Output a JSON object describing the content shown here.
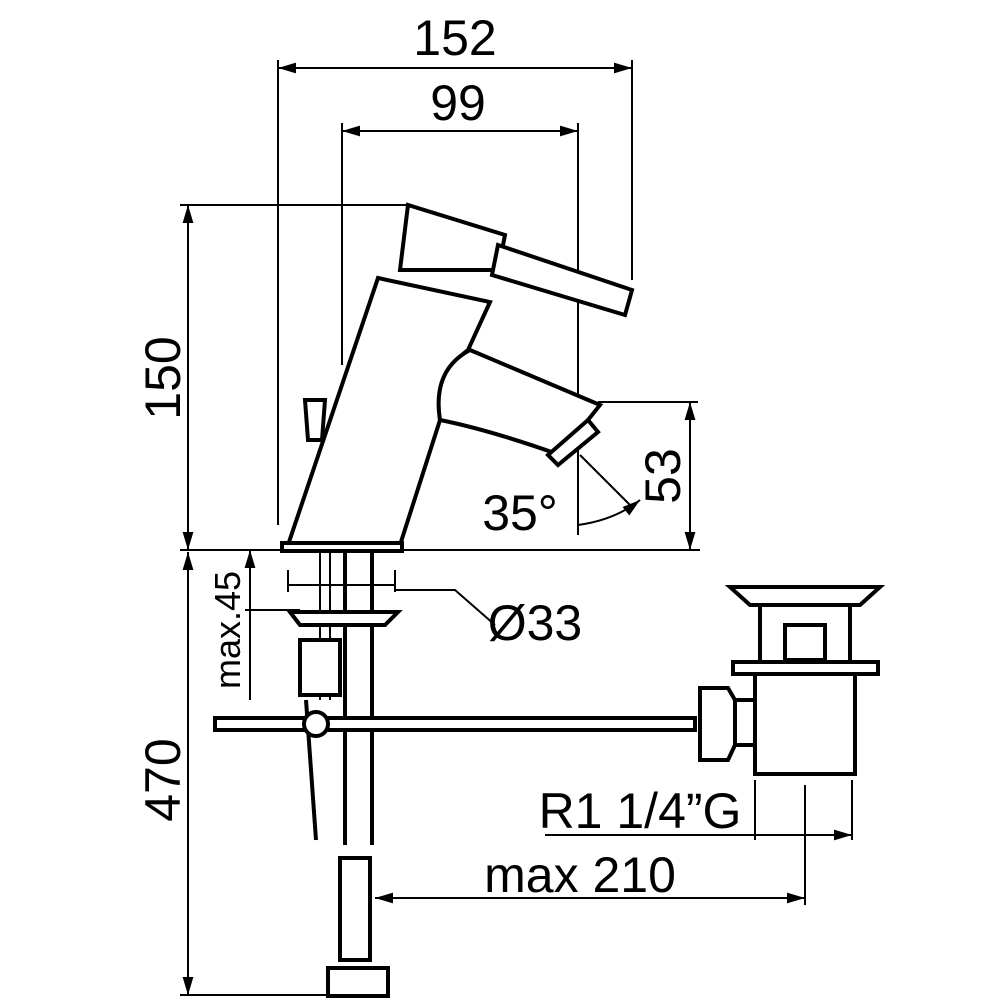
{
  "drawing": {
    "dimensions": {
      "overall_width": "152",
      "spout_reach": "99",
      "height": "150",
      "spout_height": "53",
      "spout_angle": "35°",
      "shank_diameter": "Ø33",
      "max_deck_thickness": "max.45",
      "total_height": "470",
      "waste_thread": "R1 1/4”G",
      "max_waste_distance": "max 210"
    }
  }
}
